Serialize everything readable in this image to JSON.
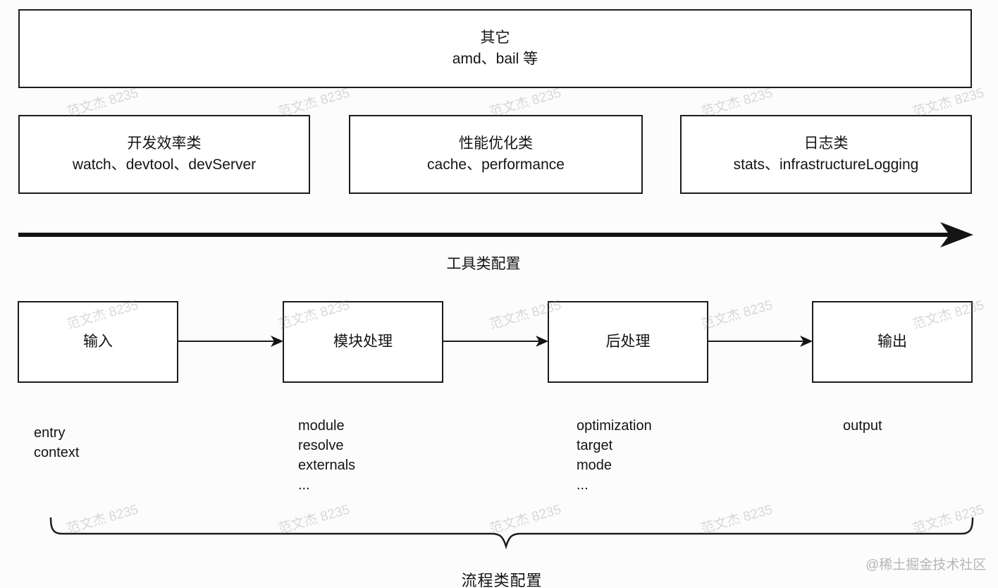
{
  "diagram": {
    "other_box": {
      "title": "其它",
      "items": "amd、bail 等"
    },
    "category_boxes": [
      {
        "title": "开发效率类",
        "items": "watch、devtool、devServer"
      },
      {
        "title": "性能优化类",
        "items": "cache、performance"
      },
      {
        "title": "日志类",
        "items": "stats、infrastructureLogging"
      }
    ],
    "tool_axis_label": "工具类配置",
    "flow_axis_label": "流程类配置",
    "flow_steps": [
      {
        "label": "输入",
        "options": [
          "entry",
          "context"
        ]
      },
      {
        "label": "模块处理",
        "options": [
          "module",
          "resolve",
          "externals",
          "..."
        ]
      },
      {
        "label": "后处理",
        "options": [
          "optimization",
          "target",
          "mode",
          "..."
        ]
      },
      {
        "label": "输出",
        "options": [
          "output"
        ]
      }
    ],
    "watermark_text": "范文杰 8235",
    "credit_text": "@稀土掘金技术社区",
    "colors": {
      "background": "#fcfcfc",
      "box_fill": "#ffffff",
      "line": "#1c1c1c",
      "watermark": "#c4c4c4",
      "credit": "#b5b5b5"
    }
  }
}
